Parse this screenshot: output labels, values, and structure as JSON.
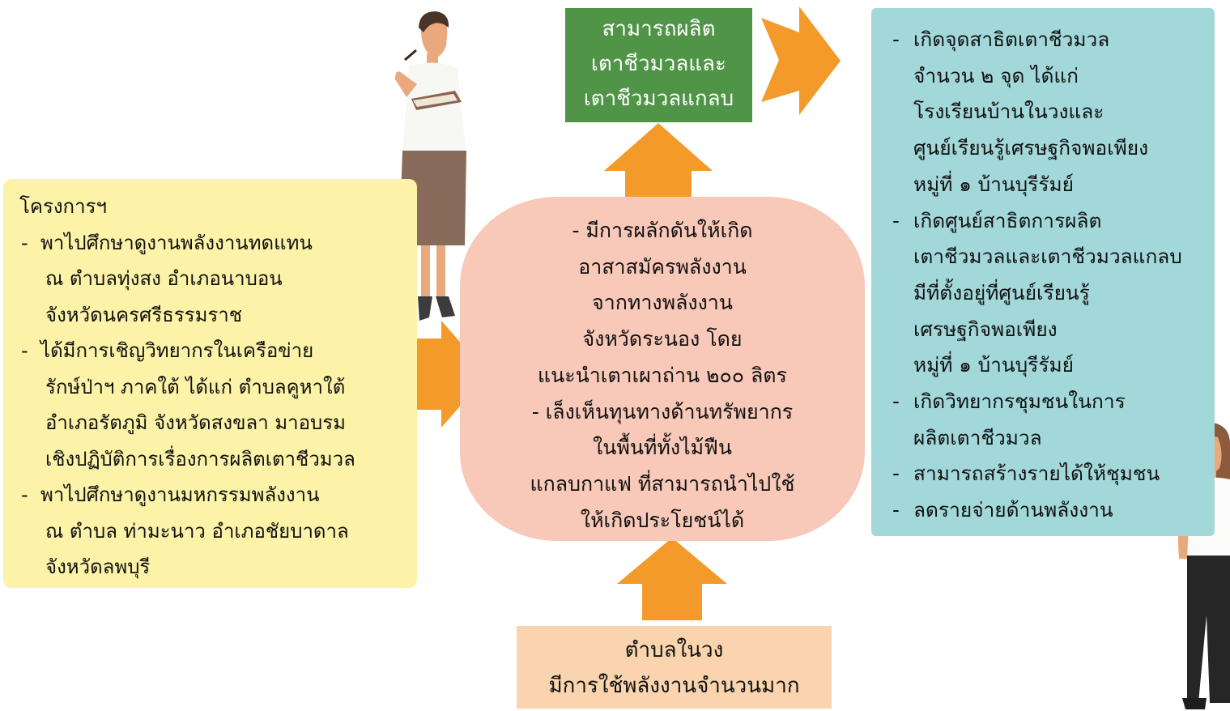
{
  "left_box": {
    "title": "โครงการฯ",
    "items": [
      {
        "dash": "-",
        "lines": [
          "พาไปศึกษาดูงานพลังงานทดแทน",
          "ณ ตำบลทุ่งสง อำเภอนาบอน",
          "จังหวัดนครศรีธรรมราช"
        ]
      },
      {
        "dash": "-",
        "lines": [
          "ได้มีการเชิญวิทยากรในเครือข่าย",
          "รักษ์ป่าฯ ภาคใต้ ได้แก่ ตำบลคูหาใต้",
          "อำเภอรัตภูมิ จังหวัดสงขลา มาอบรม",
          "เชิงปฏิบัติการเรื่องการผลิตเตาชีวมวล"
        ]
      },
      {
        "dash": "-",
        "lines": [
          "พาไปศึกษาดูงานมหกรรมพลังงาน",
          "ณ ตำบล ท่ามะนาว อำเภอชัยบาดาล",
          "จังหวัดลพบุรี"
        ]
      }
    ]
  },
  "center_box": {
    "lines": [
      "- มีการผลักดันให้เกิด",
      "อาสาสมัครพลังงาน",
      "จากทางพลังงาน",
      "จังหวัดระนอง โดย",
      "แนะนำเตาเผาถ่าน ๒๐๐ ลิตร",
      "- เล็งเห็นทุนทางด้านทรัพยากร",
      "ในพื้นที่ทั้งไม้ฟืน",
      "แกลบกาแฟ ที่สามารถนำไปใช้",
      "ให้เกิดประโยชน์ได้"
    ]
  },
  "green_box": {
    "lines": [
      "สามารถผลิต",
      "เตาชีวมวลและ",
      "เตาชีวมวลแกลบ"
    ]
  },
  "bottom_box": {
    "lines": [
      "ตำบลในวง",
      "มีการใช้พลังงานจำนวนมาก"
    ]
  },
  "right_box": {
    "items": [
      {
        "dash": "-",
        "lines": [
          "เกิดจุดสาธิตเตาชีวมวล",
          "จำนวน ๒ จุด ได้แก่",
          "โรงเรียนบ้านในวงและ",
          "ศูนย์เรียนรู้เศรษฐกิจพอเพียง",
          "หมู่ที่ ๑ บ้านบุรีรัมย์"
        ]
      },
      {
        "dash": "-",
        "lines": [
          "เกิดศูนย์สาธิตการผลิต",
          "เตาชีวมวลและเตาชีวมวลแกลบ",
          "มีที่ตั้งอยู่ที่ศูนย์เรียนรู้",
          "เศรษฐกิจพอเพียง",
          "หมู่ที่ ๑ บ้านบุรีรัมย์"
        ]
      },
      {
        "dash": "-",
        "lines": [
          "เกิดวิทยากรชุมชนในการ",
          "ผลิตเตาชีวมวล"
        ]
      },
      {
        "dash": "-",
        "lines": [
          "สามารถสร้างรายได้ให้ชุมชน"
        ]
      },
      {
        "dash": "-",
        "lines": [
          "ลดรายจ่ายด้านพลังงาน"
        ]
      }
    ]
  },
  "colors": {
    "arrow": "#f39a2a",
    "left_box": "#fcf3a8",
    "center_box": "#f8c8b8",
    "green_box": "#4f9447",
    "bottom_box": "#fad4ae",
    "right_box": "#a3d8da"
  }
}
